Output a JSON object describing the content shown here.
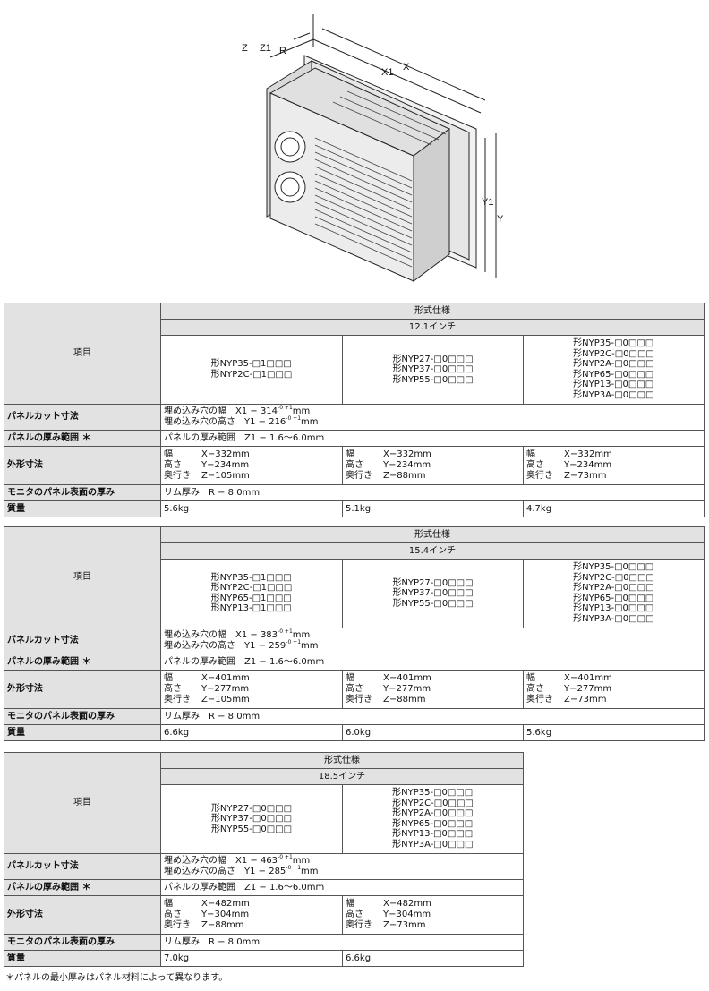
{
  "figure": {
    "labels": {
      "z": "Z",
      "z1": "Z1",
      "r": "R",
      "x1": "X1",
      "x": "X",
      "y1": "Y1",
      "y": "Y"
    }
  },
  "tables": [
    {
      "header": "形式仕様",
      "size": "12.1インチ",
      "item_label": "項目",
      "model_groups": [
        [
          "形NYP35-□1□□□",
          "形NYP2C-□1□□□"
        ],
        [
          "形NYP27-□0□□□",
          "形NYP37-□0□□□",
          "形NYP55-□0□□□"
        ],
        [
          "形NYP35-□0□□□",
          "形NYP2C-□0□□□",
          "形NYP2A-□0□□□",
          "形NYP65-□0□□□",
          "形NYP13-□0□□□",
          "形NYP3A-□0□□□"
        ]
      ],
      "panel_cut": {
        "label": "パネルカット寸法",
        "width_prefix": "埋め込み穴の幅　X1 − 314",
        "width_tol": "-0 +1",
        "height_prefix": "埋め込み穴の高さ　Y1 − 216",
        "height_tol": "-0 +1",
        "unit": "mm"
      },
      "panel_thickness": {
        "label": "パネルの厚み範囲 ＊",
        "value": "パネルの厚み範囲　Z1 − 1.6～6.0mm"
      },
      "outer": {
        "label": "外形寸法",
        "cols": [
          {
            "w_label": "幅",
            "w": "X−332mm",
            "h_label": "高さ",
            "h": "Y−234mm",
            "d_label": "奥行き",
            "d": "Z−105mm"
          },
          {
            "w_label": "幅",
            "w": "X−332mm",
            "h_label": "高さ",
            "h": "Y−234mm",
            "d_label": "奥行き",
            "d": "Z−88mm"
          },
          {
            "w_label": "幅",
            "w": "X−332mm",
            "h_label": "高さ",
            "h": "Y−234mm",
            "d_label": "奥行き",
            "d": "Z−73mm"
          }
        ]
      },
      "rim": {
        "label": "モニタのパネル表面の厚み",
        "value": "リム厚み　R − 8.0mm"
      },
      "mass": {
        "label": "質量",
        "values": [
          "5.6kg",
          "5.1kg",
          "4.7kg"
        ]
      }
    },
    {
      "header": "形式仕様",
      "size": "15.4インチ",
      "item_label": "項目",
      "model_groups": [
        [
          "形NYP35-□1□□□",
          "形NYP2C-□1□□□",
          "形NYP65-□1□□□",
          "形NYP13-□1□□□"
        ],
        [
          "形NYP27-□0□□□",
          "形NYP37-□0□□□",
          "形NYP55-□0□□□"
        ],
        [
          "形NYP35-□0□□□",
          "形NYP2C-□0□□□",
          "形NYP2A-□0□□□",
          "形NYP65-□0□□□",
          "形NYP13-□0□□□",
          "形NYP3A-□0□□□"
        ]
      ],
      "panel_cut": {
        "label": "パネルカット寸法",
        "width_prefix": "埋め込み穴の幅　X1 − 383",
        "width_tol": "-0 +1",
        "height_prefix": "埋め込み穴の高さ　Y1 − 259",
        "height_tol": "-0 +1",
        "unit": "mm"
      },
      "panel_thickness": {
        "label": "パネルの厚み範囲 ＊",
        "value": "パネルの厚み範囲　Z1 − 1.6～6.0mm"
      },
      "outer": {
        "label": "外形寸法",
        "cols": [
          {
            "w_label": "幅",
            "w": "X−401mm",
            "h_label": "高さ",
            "h": "Y−277mm",
            "d_label": "奥行き",
            "d": "Z−105mm"
          },
          {
            "w_label": "幅",
            "w": "X−401mm",
            "h_label": "高さ",
            "h": "Y−277mm",
            "d_label": "奥行き",
            "d": "Z−88mm"
          },
          {
            "w_label": "幅",
            "w": "X−401mm",
            "h_label": "高さ",
            "h": "Y−277mm",
            "d_label": "奥行き",
            "d": "Z−73mm"
          }
        ]
      },
      "rim": {
        "label": "モニタのパネル表面の厚み",
        "value": "リム厚み　R − 8.0mm"
      },
      "mass": {
        "label": "質量",
        "values": [
          "6.6kg",
          "6.0kg",
          "5.6kg"
        ]
      }
    },
    {
      "header": "形式仕様",
      "size": "18.5インチ",
      "item_label": "項目",
      "model_groups": [
        [
          "形NYP27-□0□□□",
          "形NYP37-□0□□□",
          "形NYP55-□0□□□"
        ],
        [
          "形NYP35-□0□□□",
          "形NYP2C-□0□□□",
          "形NYP2A-□0□□□",
          "形NYP65-□0□□□",
          "形NYP13-□0□□□",
          "形NYP3A-□0□□□"
        ]
      ],
      "panel_cut": {
        "label": "パネルカット寸法",
        "width_prefix": "埋め込み穴の幅　X1 − 463",
        "width_tol": "-0 +1",
        "height_prefix": "埋め込み穴の高さ　Y1 − 285",
        "height_tol": "-0 +1",
        "unit": "mm"
      },
      "panel_thickness": {
        "label": "パネルの厚み範囲 ＊",
        "value": "パネルの厚み範囲　Z1 − 1.6～6.0mm"
      },
      "outer": {
        "label": "外形寸法",
        "cols": [
          {
            "w_label": "幅",
            "w": "X−482mm",
            "h_label": "高さ",
            "h": "Y−304mm",
            "d_label": "奥行き",
            "d": "Z−88mm"
          },
          {
            "w_label": "幅",
            "w": "X−482mm",
            "h_label": "高さ",
            "h": "Y−304mm",
            "d_label": "奥行き",
            "d": "Z−73mm"
          }
        ]
      },
      "rim": {
        "label": "モニタのパネル表面の厚み",
        "value": "リム厚み　R − 8.0mm"
      },
      "mass": {
        "label": "質量",
        "values": [
          "7.0kg",
          "6.6kg"
        ]
      }
    }
  ],
  "footnote": "＊パネルの最小厚みはパネル材料によって異なります。"
}
